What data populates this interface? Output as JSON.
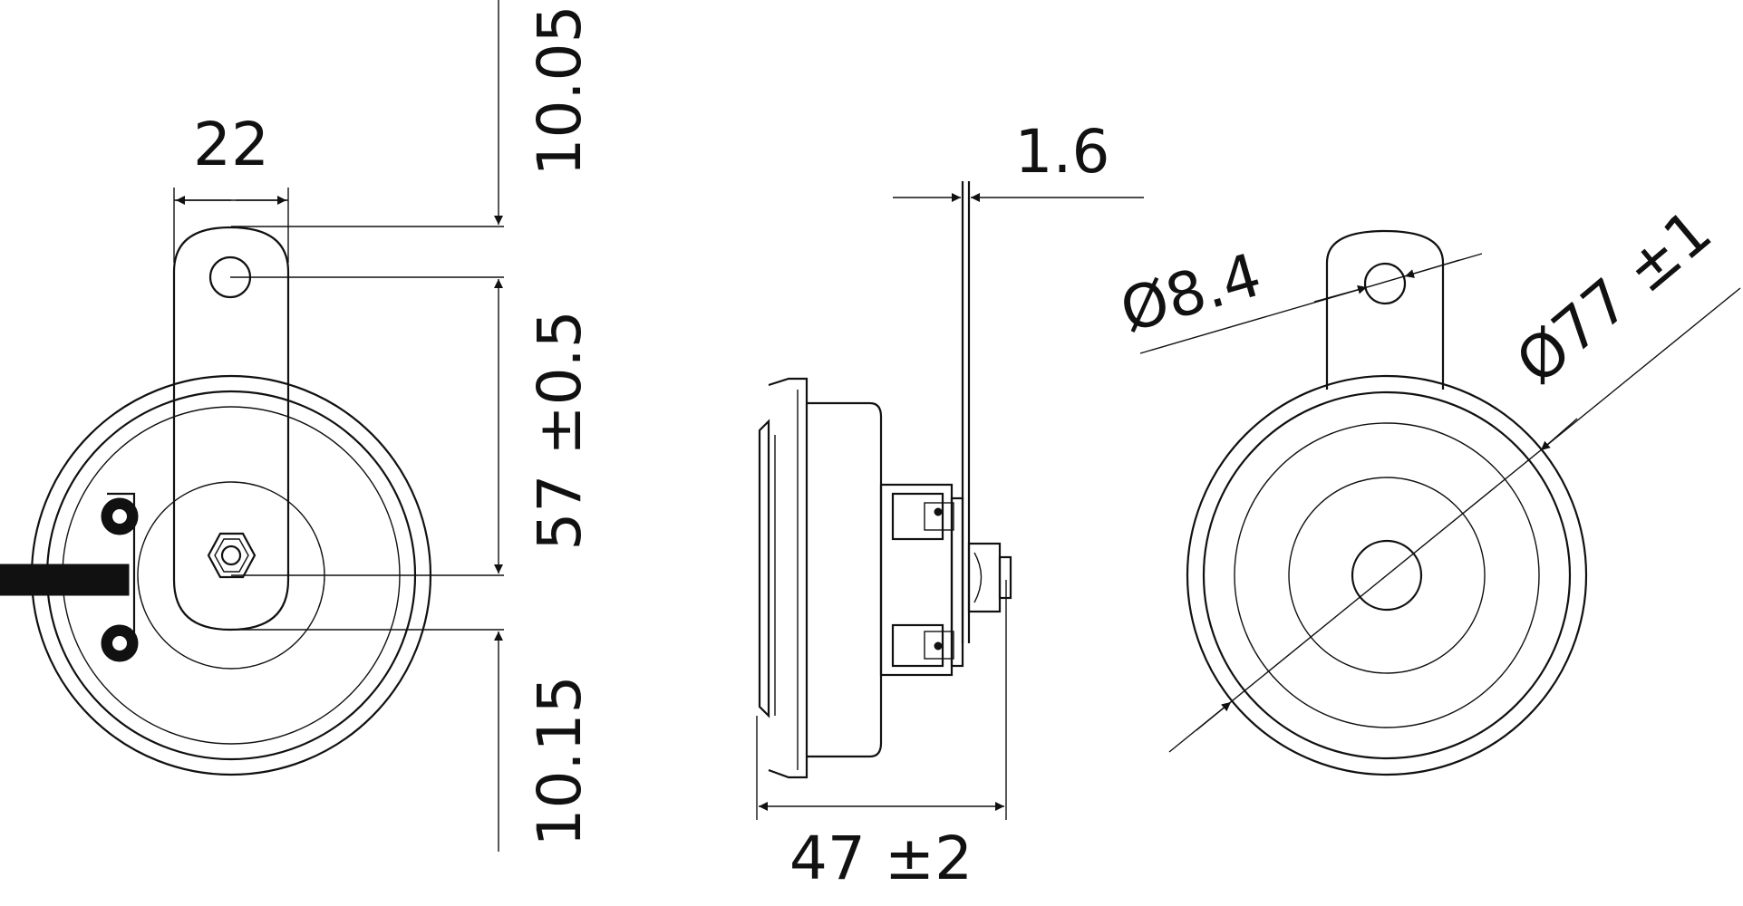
{
  "dimensions": {
    "top_offset": "10.05",
    "strap_width": "22",
    "hole_spacing": "57 ±0.5",
    "bottom_offset": "10.15",
    "bracket_thickness": "1.6",
    "depth": "47 ±2",
    "hole_diameter": "Ø8.4",
    "horn_diameter": "Ø77 ±1"
  },
  "colors": {
    "line": "#111111",
    "background": "#ffffff"
  }
}
